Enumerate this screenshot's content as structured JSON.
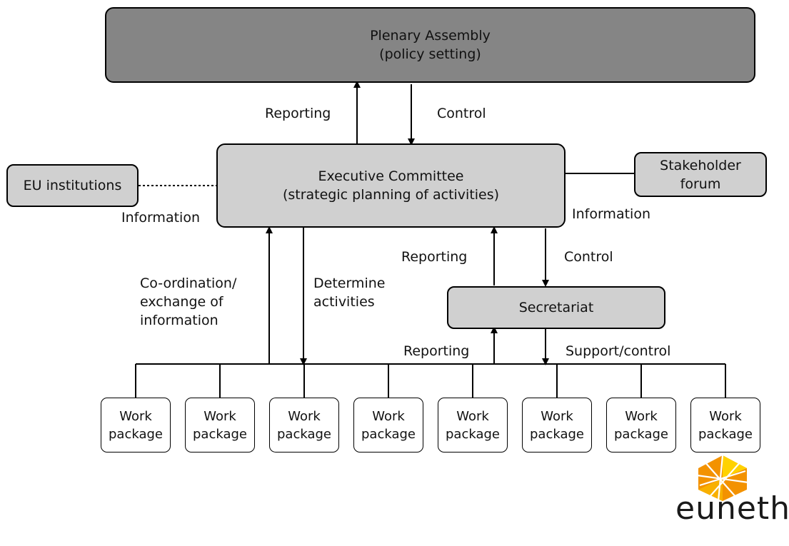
{
  "plenary": {
    "line1": "Plenary Assembly",
    "line2": "(policy setting)"
  },
  "executive": {
    "line1": "Executive Committee",
    "line2": "(strategic planning of activities)"
  },
  "eu": {
    "label": "EU institutions"
  },
  "stakeholder": {
    "line1": "Stakeholder",
    "line2": "forum"
  },
  "secretariat": {
    "label": "Secretariat"
  },
  "labels": {
    "reporting_top": "Reporting",
    "control_top": "Control",
    "information_left": "Information",
    "information_right": "Information",
    "reporting_mid": "Reporting",
    "control_mid": "Control",
    "coord_1": "Co-ordination/",
    "coord_2": "exchange of",
    "coord_3": "information",
    "determine_1": "Determine",
    "determine_2": "activities",
    "reporting_low": "Reporting",
    "support_control": "Support/control"
  },
  "work_packages": [
    {
      "line1": "Work",
      "line2": "package"
    },
    {
      "line1": "Work",
      "line2": "package"
    },
    {
      "line1": "Work",
      "line2": "package"
    },
    {
      "line1": "Work",
      "line2": "package"
    },
    {
      "line1": "Work",
      "line2": "package"
    },
    {
      "line1": "Work",
      "line2": "package"
    },
    {
      "line1": "Work",
      "line2": "package"
    },
    {
      "line1": "Work",
      "line2": "package"
    }
  ],
  "logo": {
    "text": "eunethta"
  },
  "colors": {
    "dark_box": "#858585",
    "light_box": "#d0d0d0",
    "logo_orange": "#f39200",
    "logo_yellow": "#ffd200"
  }
}
